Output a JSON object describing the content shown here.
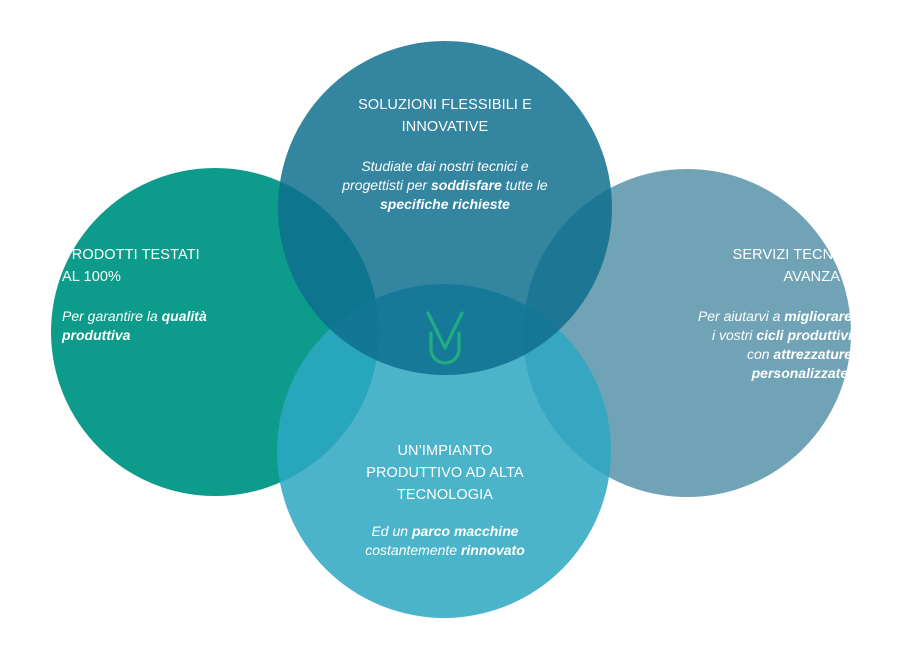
{
  "colors": {
    "left": "#0d9c8b",
    "right": "#6fa3b5",
    "bottom": "#2da8c2",
    "top": "#0d6e8e",
    "logo": "#1fae84"
  },
  "logo": {
    "icon": "vu-monogram-icon"
  },
  "circles": {
    "top": {
      "title_line1": "SOLUZIONI FLESSIBILI E",
      "title_line2": "INNOVATIVE",
      "desc": {
        "a": "Studiate dai nostri tecnici e",
        "b": "progettisti per ",
        "c": "soddisfare",
        "d": " tutte le",
        "e": "specifiche richieste"
      }
    },
    "left": {
      "title_line1": "PRODOTTI TESTATI",
      "title_line2": "AL 100%",
      "desc": {
        "a": "Per garantire la ",
        "b": "qualità",
        "c": "produttiva"
      }
    },
    "right": {
      "title_line1": "SERVIZI TECNICI",
      "title_line2": "AVANZATI",
      "desc": {
        "a": "Per aiutarvi a ",
        "b": "migliorare",
        "c": "i vostri ",
        "d": "cicli produttivi",
        "e": "con ",
        "f": "attrezzature",
        "g": "personalizzate",
        "h": "."
      }
    },
    "bottom": {
      "title_line1": "UN’IMPIANTO",
      "title_line2": "PRODUTTIVO AD ALTA",
      "title_line3": "TECNOLOGIA",
      "desc": {
        "a": "Ed un ",
        "b": "parco macchine",
        "c": "costantemente ",
        "d": "rinnovato"
      }
    }
  }
}
